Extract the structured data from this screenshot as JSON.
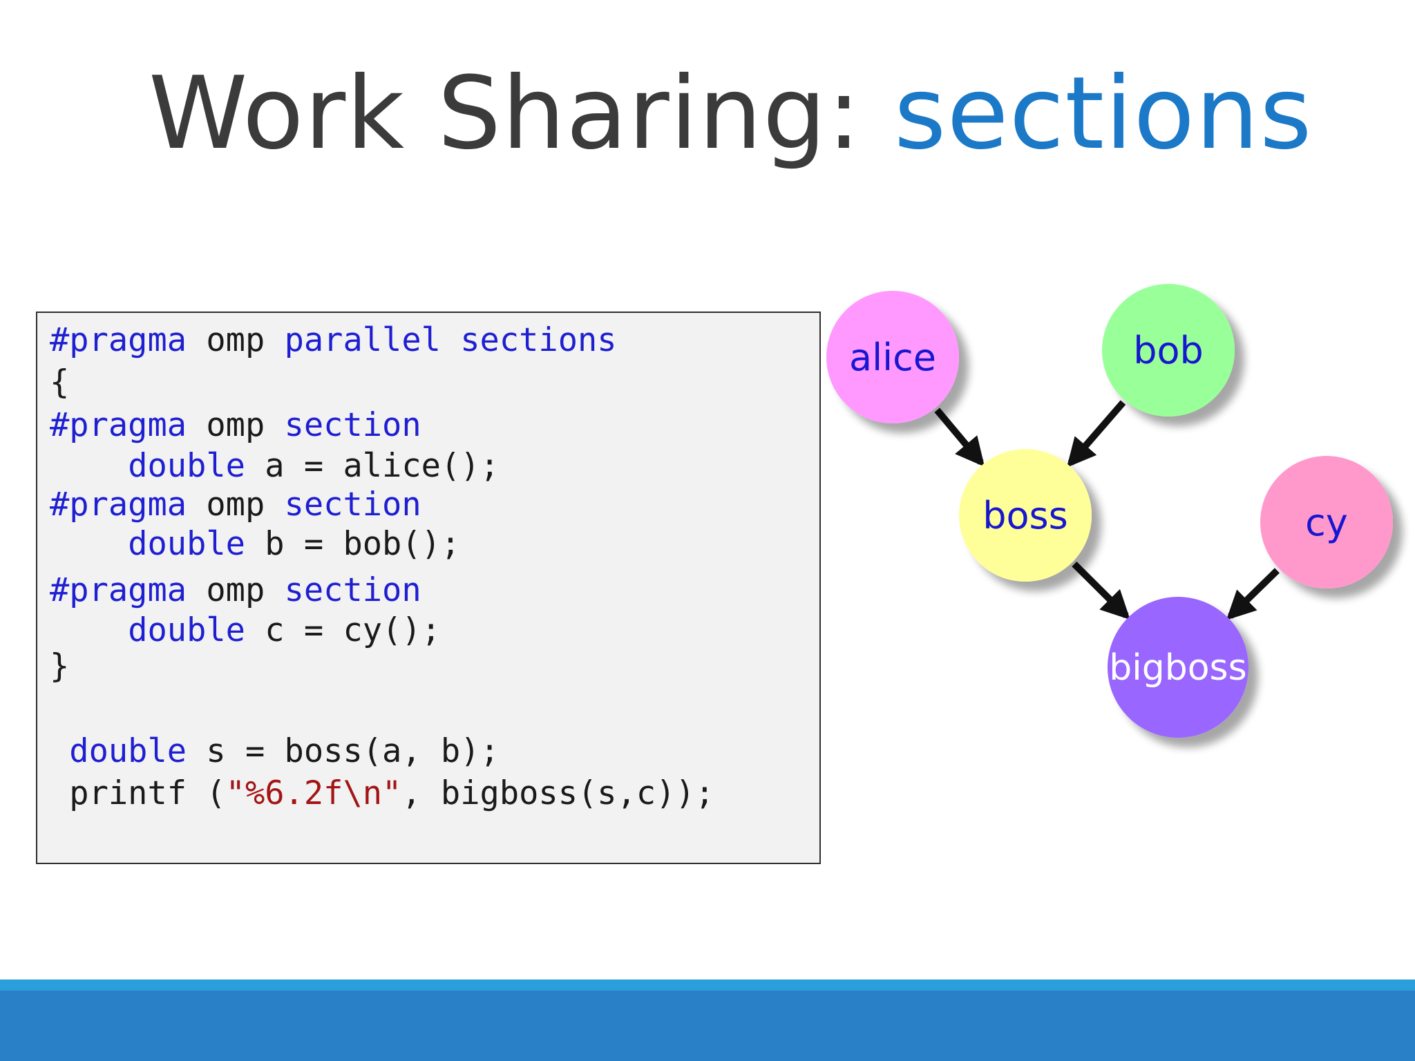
{
  "slide": {
    "title_main": "Work Sharing: ",
    "title_accent": "sections"
  },
  "code": {
    "lines": [
      [
        {
          "t": "#pragma",
          "k": "kw"
        },
        {
          "t": " omp "
        },
        {
          "t": "parallel sections",
          "k": "kw"
        }
      ],
      [
        {
          "t": "{"
        }
      ],
      [
        {
          "t": "#pragma",
          "k": "kw"
        },
        {
          "t": " omp "
        },
        {
          "t": "section",
          "k": "kw"
        }
      ],
      [
        {
          "t": "    "
        },
        {
          "t": "double",
          "k": "kw"
        },
        {
          "t": " a = alice();"
        }
      ],
      [
        {
          "t": "#pragma",
          "k": "kw"
        },
        {
          "t": " omp "
        },
        {
          "t": "section",
          "k": "kw"
        }
      ],
      [
        {
          "t": "    "
        },
        {
          "t": "double",
          "k": "kw"
        },
        {
          "t": " b = bob();"
        }
      ],
      [
        {
          "t": "#pragma",
          "k": "kw"
        },
        {
          "t": " omp "
        },
        {
          "t": "section",
          "k": "kw"
        }
      ],
      [
        {
          "t": "    "
        },
        {
          "t": "double",
          "k": "kw"
        },
        {
          "t": " c = cy();"
        }
      ],
      [
        {
          "t": "}"
        }
      ],
      [
        {
          "t": ""
        }
      ],
      [
        {
          "t": " "
        },
        {
          "t": "double",
          "k": "kw"
        },
        {
          "t": " s = boss(a, b);"
        }
      ],
      [
        {
          "t": " printf ("
        },
        {
          "t": "\"%6.2f\\n\"",
          "k": "str"
        },
        {
          "t": ", bigboss(s,c));"
        }
      ]
    ]
  },
  "graph": {
    "nodes": [
      {
        "id": "alice",
        "label": "alice",
        "fill": "#ff99ff",
        "text": "#1717d0"
      },
      {
        "id": "bob",
        "label": "bob",
        "fill": "#99ff99",
        "text": "#1717d0"
      },
      {
        "id": "boss",
        "label": "boss",
        "fill": "#ffff99",
        "text": "#1717d0"
      },
      {
        "id": "cy",
        "label": "cy",
        "fill": "#ff99cc",
        "text": "#1717d0"
      },
      {
        "id": "bigboss",
        "label": "bigboss",
        "fill": "#9966ff",
        "text": "#ffffff"
      }
    ],
    "edges": [
      {
        "from": "alice",
        "to": "boss"
      },
      {
        "from": "bob",
        "to": "boss"
      },
      {
        "from": "boss",
        "to": "bigboss"
      },
      {
        "from": "cy",
        "to": "bigboss"
      }
    ]
  },
  "theme": {
    "accent": "#1b79c7",
    "keyword": "#1f1fd2",
    "string": "#a31515",
    "footer": "#2a80c6"
  }
}
